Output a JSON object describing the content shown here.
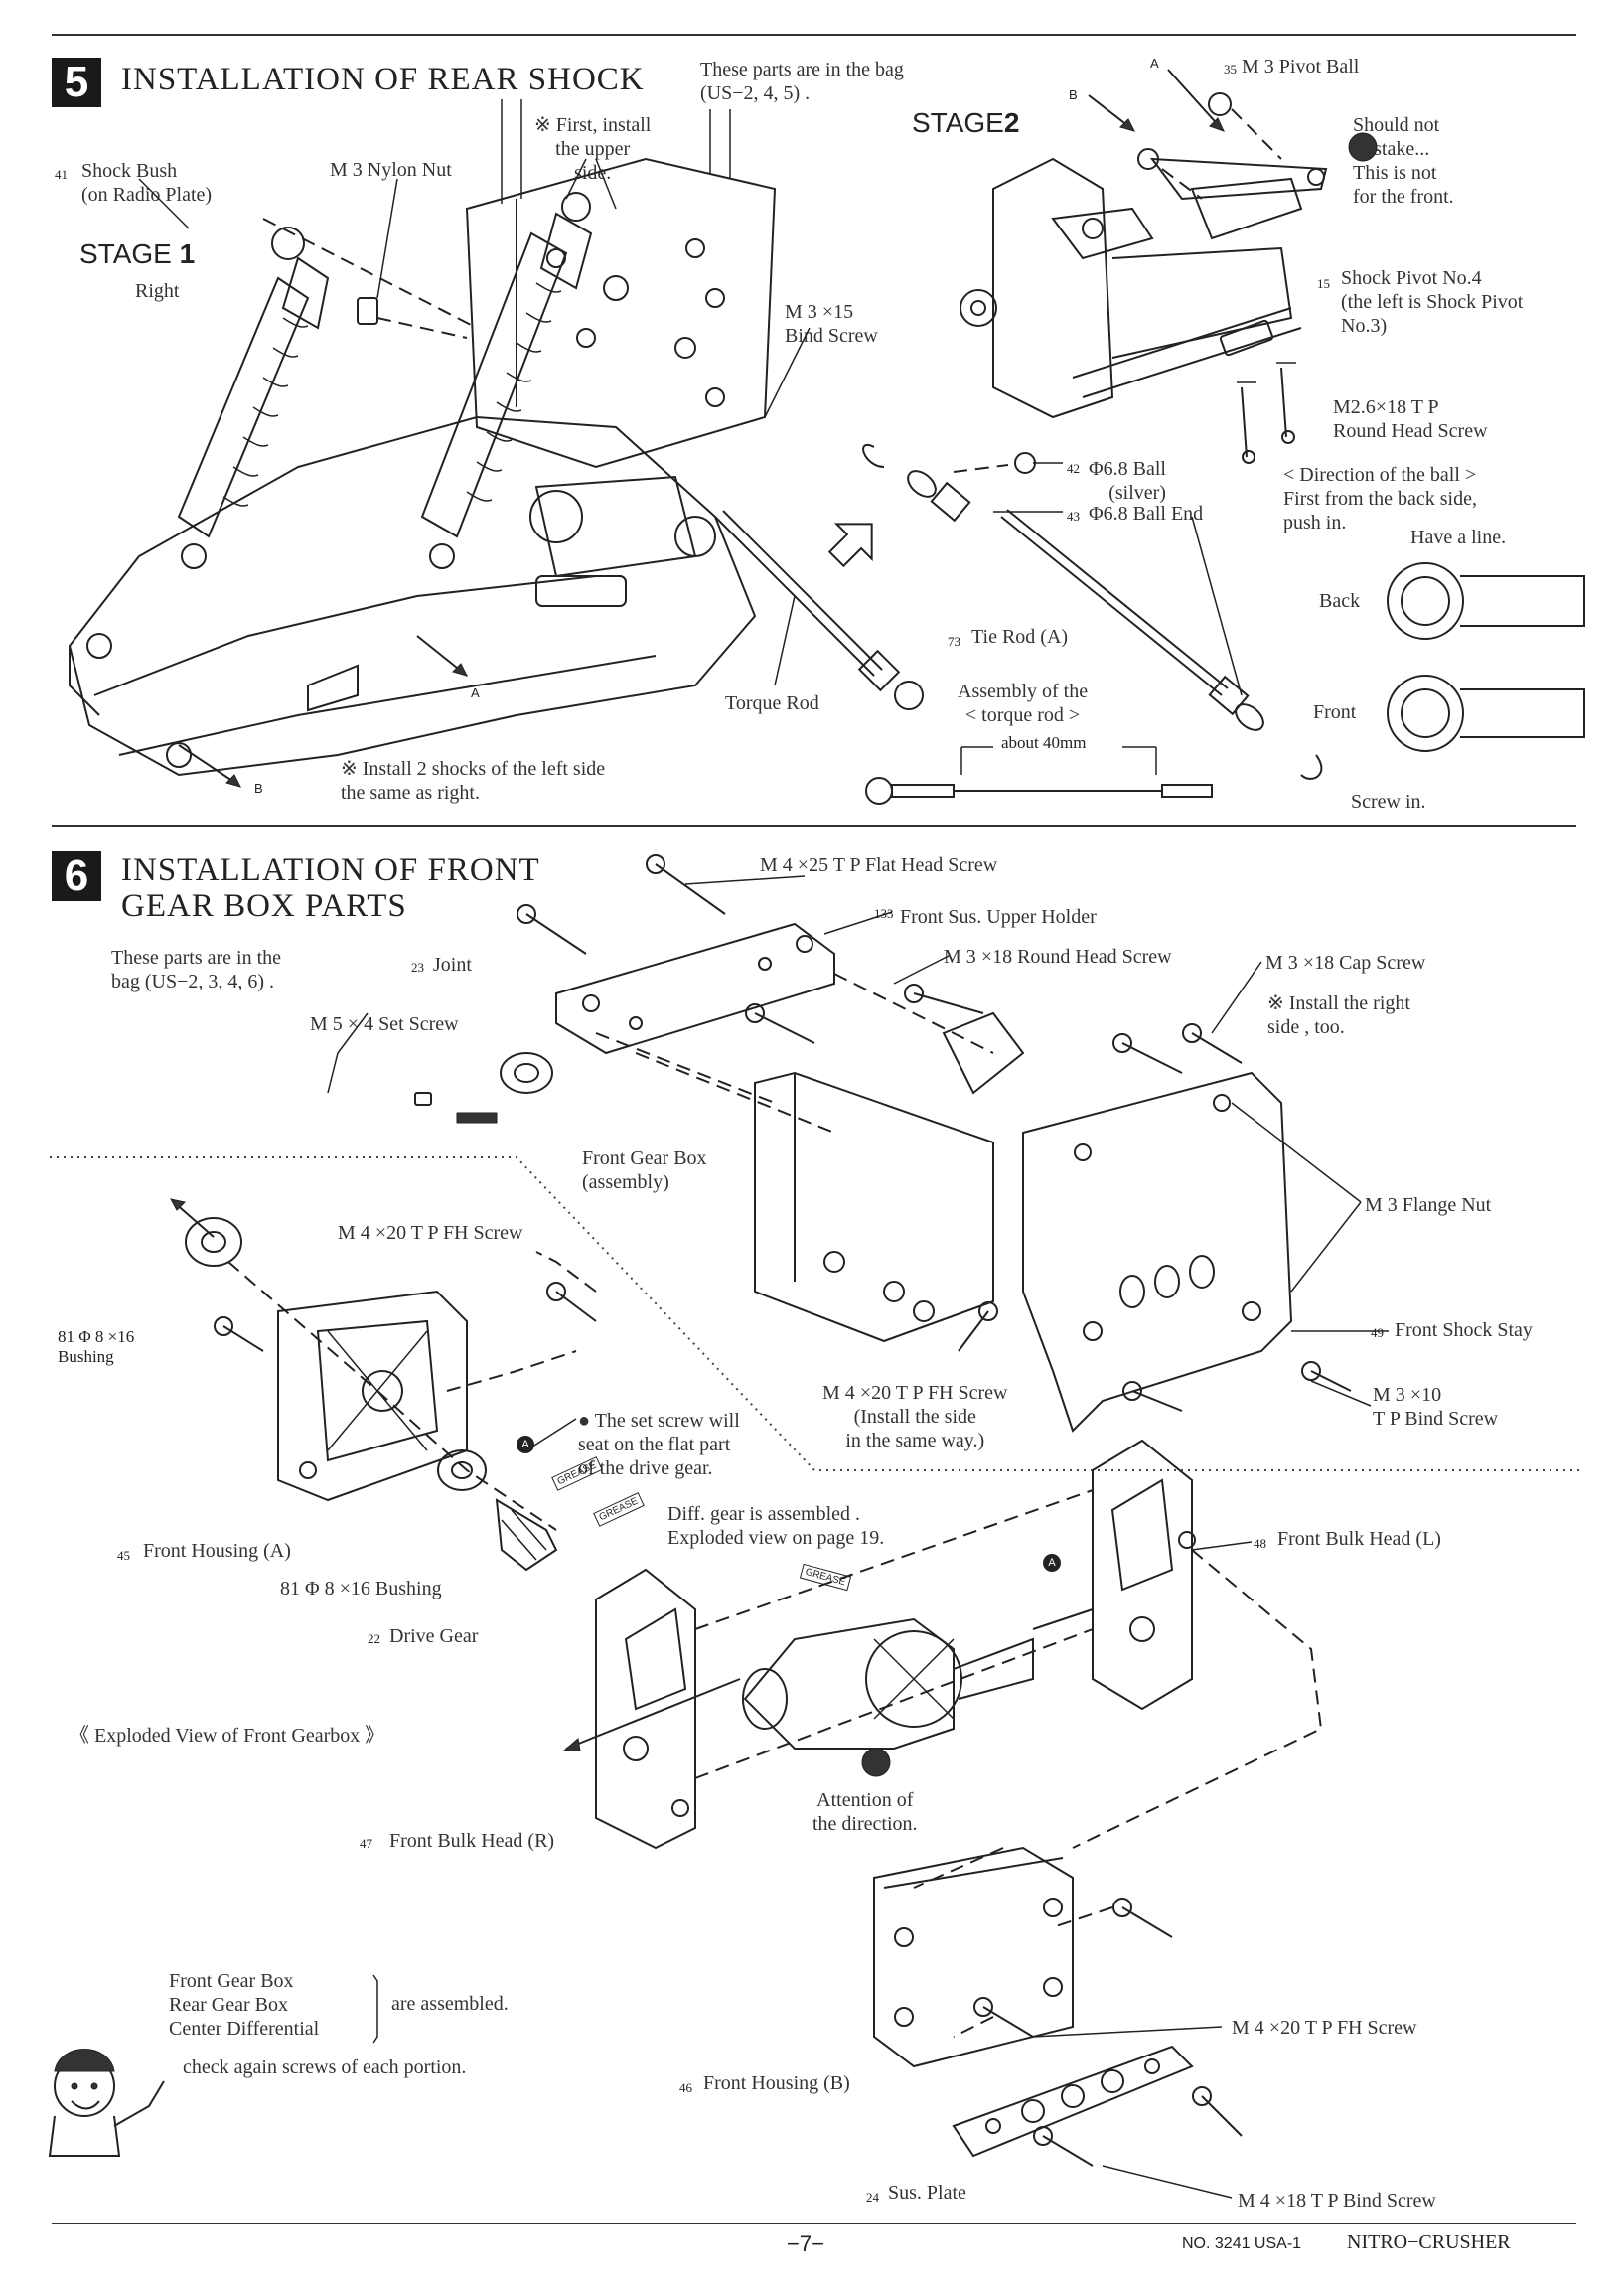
{
  "section5": {
    "number": "5",
    "title": "INSTALLATION OF REAR SHOCK",
    "bag_note": "These parts are in the bag\n(US−2, 4, 5) .",
    "stage1": "STAGE",
    "stage1_num": "1",
    "stage1_side": "Right",
    "stage2": "STAGE",
    "stage2_num": "2",
    "labels": {
      "shock_bush_num": "41",
      "shock_bush": "Shock Bush\n(on Radio Plate)",
      "nylon_nut": "M 3 Nylon Nut",
      "first_install": "※ First, install\nthe upper\nside.",
      "bind_screw_15": "M 3 ×15\nBind Screw",
      "torque_rod": "Torque Rod",
      "install_note": "※ Install 2 shocks of the left side\nthe same as right.",
      "pivot_ball_num": "35",
      "pivot_ball": "M 3 Pivot Ball",
      "should_not": "Should not\nmistake...\nThis is not\nfor the front.",
      "shock_pivot_num": "15",
      "shock_pivot": "Shock Pivot No.4\n(the left is Shock Pivot\nNo.3)",
      "round_head_screw": "M2.6×18 T P\nRound Head Screw",
      "ball_num": "42",
      "ball": "Φ6.8 Ball\n(silver)",
      "ball_end_num": "43",
      "ball_end": "Φ6.8 Ball End",
      "direction": "< Direction of the ball >\nFirst from the back side,\npush in.",
      "have_line": "Have a line.",
      "back": "Back",
      "front": "Front",
      "tie_rod_num": "73",
      "tie_rod": "Tie Rod (A)",
      "assembly": "Assembly of the\n< torque rod >",
      "about": "about 40mm",
      "screw_in": "Screw in.",
      "arrow_a": "A",
      "arrow_b": "B"
    }
  },
  "section6": {
    "number": "6",
    "title": "INSTALLATION OF FRONT\nGEAR BOX PARTS",
    "bag_note": "These parts are in the\nbag (US−2, 3, 4, 6) .",
    "labels": {
      "flat_head": "M 4 ×25 T P Flat Head Screw",
      "upper_holder_num": "133",
      "upper_holder": "Front Sus. Upper Holder",
      "round_head_18": "M 3 ×18 Round Head Screw",
      "cap_screw": "M 3 ×18 Cap Screw",
      "install_right": "※ Install the right\nside , too.",
      "joint_num": "23",
      "joint": "Joint",
      "set_screw": "M 5 × 4 Set Screw",
      "gear_box": "Front Gear Box\n(assembly)",
      "flange_nut": "M 3 Flange Nut",
      "fh_screw_top": "M 4 ×20 T P FH Screw",
      "bushing_top": "81 Φ 8 ×16\nBushing",
      "shock_stay_num": "49",
      "shock_stay": "Front Shock Stay",
      "fh_screw_mid": "M 4 ×20 T P FH Screw\n(Install the side\nin the same way.)",
      "bind_screw_10": "M 3 ×10\nT P Bind Screw",
      "set_screw_note": "● The set screw will\nseat on the flat part\nof the drive gear.",
      "housing_a_num": "45",
      "housing_a": "Front Housing (A)",
      "bushing_bottom": "81 Φ 8 ×16 Bushing",
      "drive_gear_num": "22",
      "drive_gear": "Drive Gear",
      "diff_note": "Diff. gear is assembled .\nExploded view on page 19.",
      "bulk_l_num": "48",
      "bulk_l": "Front Bulk Head (L)",
      "exploded": "《 Exploded View of Front Gearbox 》",
      "attention": "Attention of\nthe direction.",
      "bulk_r_num": "47",
      "bulk_r": "Front Bulk Head (R)",
      "gearbox_list": "Front Gear Box\nRear Gear Box\nCenter Differential",
      "are_assembled": "are assembled.",
      "check_again": "check again screws of each portion.",
      "fh_screw_bottom": "M 4 ×20 T P FH Screw",
      "housing_b_num": "46",
      "housing_b": "Front Housing (B)",
      "sus_plate_num": "24",
      "sus_plate": "Sus. Plate",
      "bind_18": "M 4 ×18 T P Bind Screw",
      "grease": "GREASE",
      "marker_a": "A"
    }
  },
  "footer": {
    "page": "−7−",
    "model_no": "NO. 3241 USA-1",
    "model_name": "NITRO−CRUSHER"
  }
}
